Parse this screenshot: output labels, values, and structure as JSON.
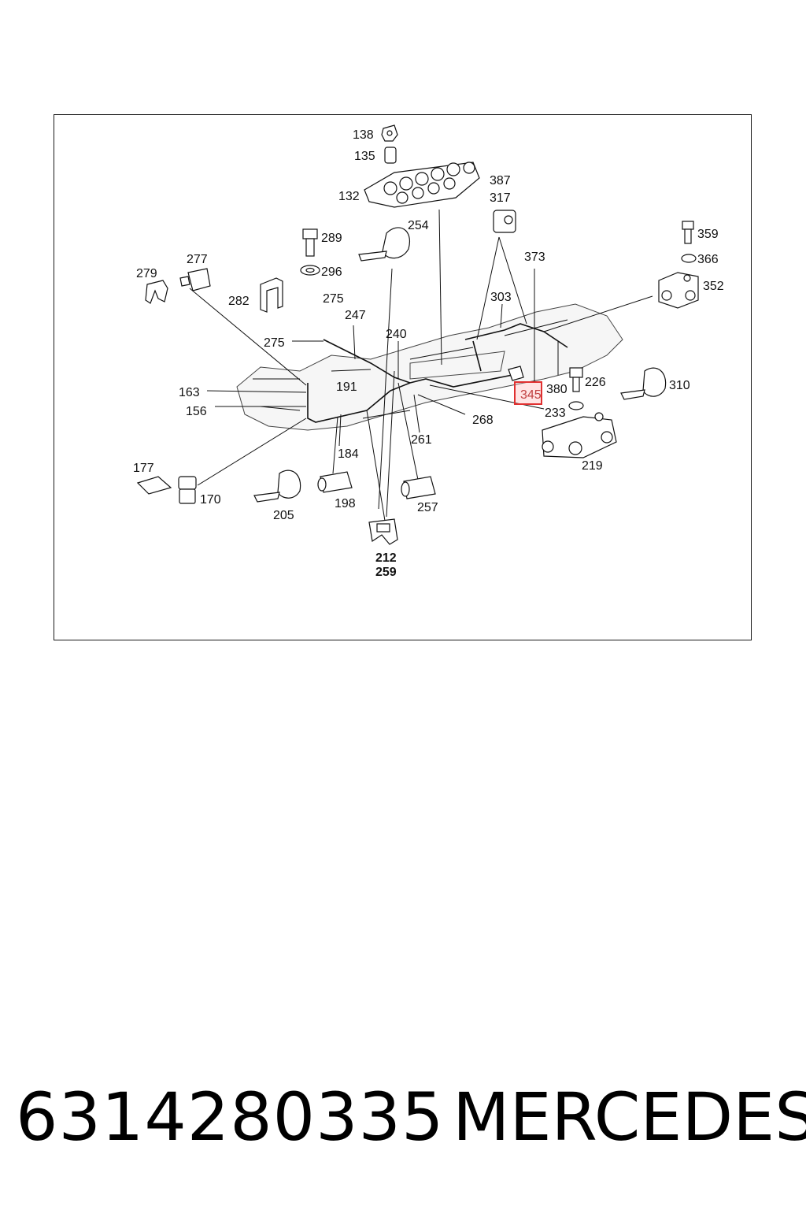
{
  "callouts": {
    "c138": "138",
    "c135": "135",
    "c132": "132",
    "c387": "387",
    "c317": "317",
    "c254": "254",
    "c289": "289",
    "c296": "296",
    "c359": "359",
    "c366": "366",
    "c373": "373",
    "c352": "352",
    "c279": "279",
    "c277": "277",
    "c282": "282",
    "c275a": "275",
    "c275b": "275",
    "c247": "247",
    "c303": "303",
    "c240": "240",
    "c163": "163",
    "c191": "191",
    "c156": "156",
    "c380": "380",
    "c226": "226",
    "c310": "310",
    "c268": "268",
    "c233": "233",
    "c261": "261",
    "c184": "184",
    "c219": "219",
    "c177": "177",
    "c170": "170",
    "c198": "198",
    "c257": "257",
    "c205": "205",
    "c212": "212",
    "c259": "259"
  },
  "highlight": {
    "label": "345",
    "color": "#e03030"
  },
  "footer": {
    "part_number": "6314280335",
    "brand": "MERCEDES"
  },
  "colors": {
    "line": "#111111",
    "highlight": "#e03030",
    "background": "#ffffff"
  }
}
